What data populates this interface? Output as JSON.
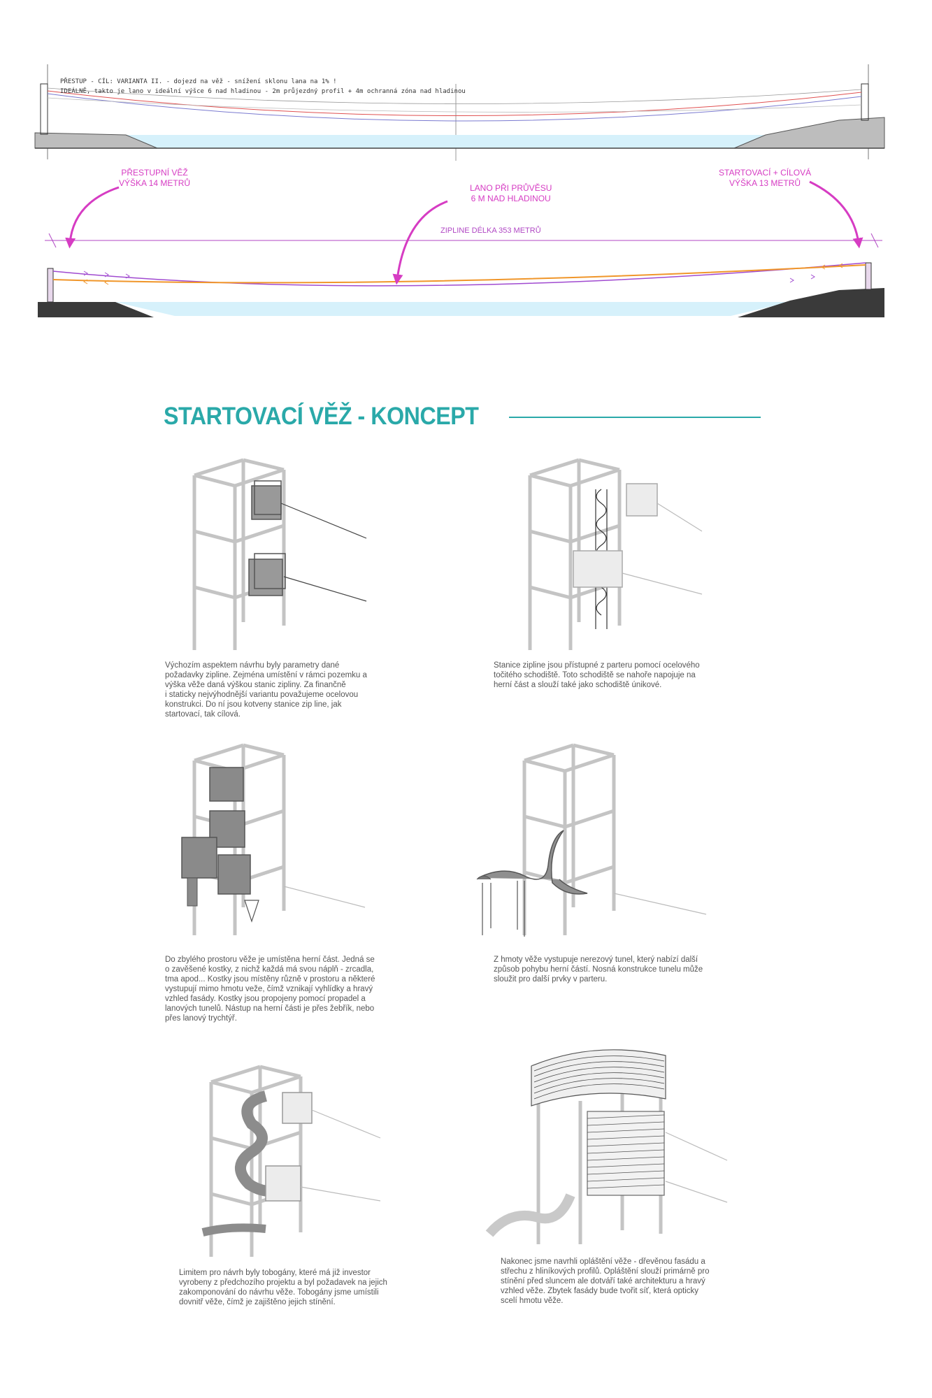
{
  "top_section": {
    "note_line1": "PŘESTUP - CÍL: VARIANTA II. - dojezd na věž - snížení sklonu lana na 1% !",
    "note_line2": "IDEÁLNĚ, takto je lano v ideální výšce 6 nad hladinou - 2m průjezdný profil + 4m ochranná zóna nad hladinou"
  },
  "zipline_section": {
    "left_label_line1": "PŘESTUPNÍ VĚŽ",
    "left_label_line2": "VÝŠKA 14 METRŮ",
    "middle_label_line1": "LANO PŘI PRŮVĚSU",
    "middle_label_line2": "6 M NAD HLADINOU",
    "right_label_line1": "STARTOVACÍ + CÍLOVÁ",
    "right_label_line2": "VÝŠKA 13 METRŮ",
    "length_label": "ZIPLINE DÉLKA 353 METRŮ",
    "colors": {
      "magenta": "#d63cc3",
      "orange": "#f0962a",
      "purple": "#a04ad0",
      "water": "#d6f1fb",
      "ground": "#3a3a3a"
    }
  },
  "concept": {
    "title": "STARTOVACÍ VĚŽ - KONCEPT",
    "accent_color": "#2aa9a9",
    "panels": [
      {
        "caption_lines": [
          "Výchozím aspektem návrhu byly parametry dané",
          "požadavky zipline. Zejména umístění v rámci pozemku a",
          "výška věže daná výškou stanic zipliny. Za finančně",
          "i staticky nejvýhodnější variantu považujeme ocelovou",
          "konstrukci. Do ní jsou kotveny stanice zip line, jak",
          "startovací, tak cílová."
        ]
      },
      {
        "caption_lines": [
          "Stanice zipline jsou přístupné z parteru pomocí ocelového",
          "točitého schodiště. Toto schodiště se nahoře napojuje na",
          "herní část a slouží také jako schodiště únikové."
        ]
      },
      {
        "caption_lines": [
          "Do zbylého prostoru věže je umístěna herní část. Jedná se",
          "o zavěšené kostky, z nichž každá má svou náplň - zrcadla,",
          "tma apod...  Kostky jsou místěny různě v prostoru a některé",
          "vystupují mimo hmotu veže, čímž vznikají vyhlídky a hravý",
          "vzhled fasády. Kostky jsou propojeny pomocí propadel a",
          "lanových tunelů. Nástup na herní části je přes žebřík, nebo",
          "přes lanový trychtýř."
        ]
      },
      {
        "caption_lines": [
          "Z hmoty věže vystupuje nerezový tunel, který nabízí další",
          "způsob pohybu herní částí. Nosná konstrukce tunelu může",
          "sloužit pro další prvky v parteru."
        ]
      },
      {
        "caption_lines": [
          "Limitem pro návrh byly tobogány, které má již investor",
          "vyrobeny z předchozího projektu a byl požadavek na jejich",
          "zakomponování do návrhu věže. Tobogány jsme umístili",
          "dovnitř věže, čímž je zajištěno jejich stínění."
        ]
      },
      {
        "caption_lines": [
          "Nakonec jsme navrhli opláštění věže - dřevěnou fasádu a",
          "střechu z hliníkových profilů. Opláštění slouží primárně pro",
          "stínění před sluncem ale dotváří také architekturu a hravý",
          "vzhled věže. Zbytek fasády bude tvořit síť, která opticky",
          "scelí hmotu věže."
        ]
      }
    ]
  }
}
